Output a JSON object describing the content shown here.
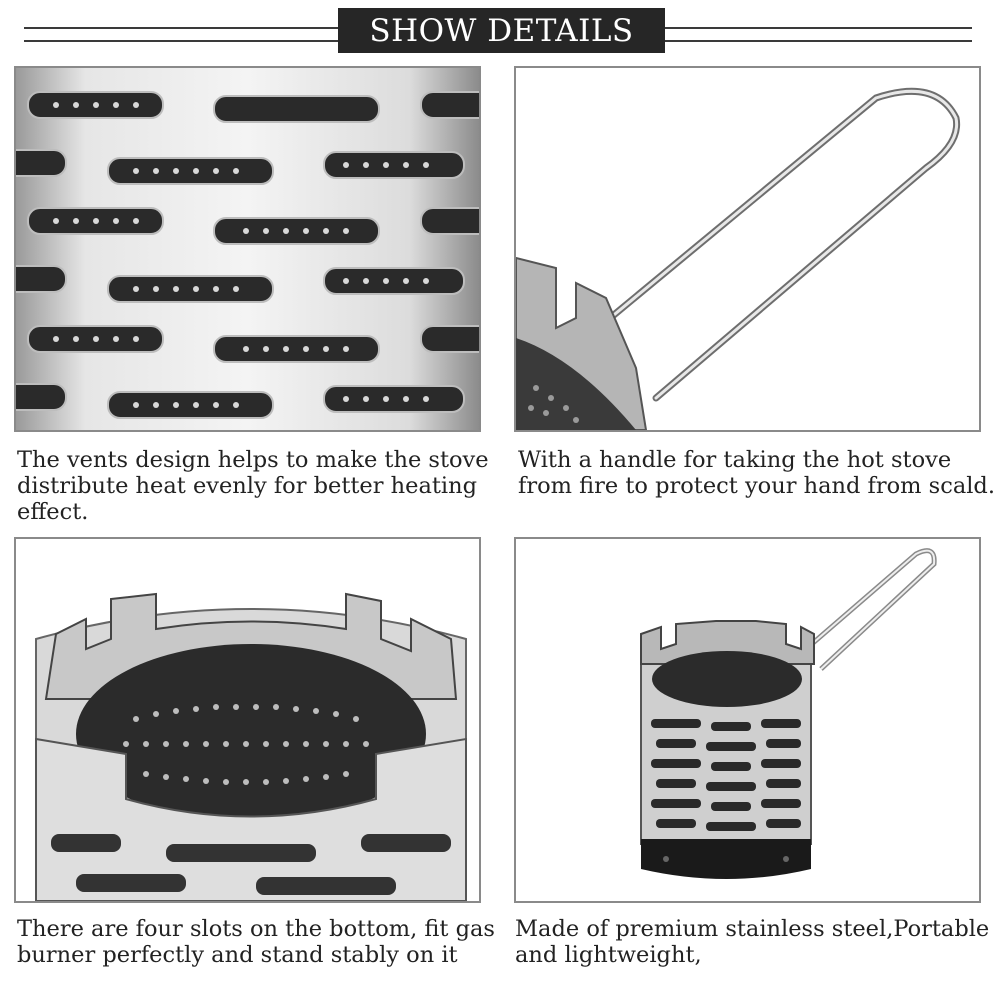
{
  "header": {
    "title": "SHOW DETAILS"
  },
  "panels": [
    {
      "caption": "The vents design helps to make the stove distribute heat evenly for better heating effect."
    },
    {
      "caption": "With a handle for taking the hot stove from fire to protect your hand from scald."
    },
    {
      "caption": "There are four slots on the bottom, fit gas burner perfectly and stand stably on it"
    },
    {
      "caption": "Made of premium stainless steel,Portable and lightweight,"
    }
  ]
}
